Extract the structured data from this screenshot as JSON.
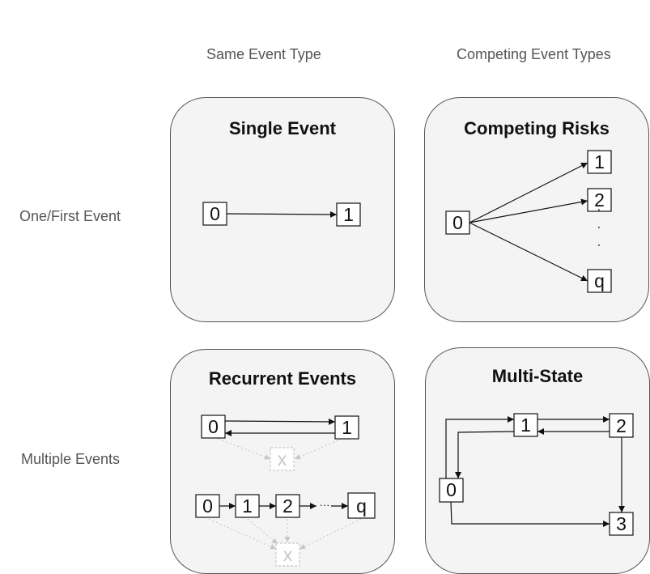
{
  "headers": {
    "same_event_type": "Same Event Type",
    "competing_event_types": "Competing Event Types",
    "one_first_event": "One/First Event",
    "multiple_events": "Multiple Events"
  },
  "panels": {
    "single_event": {
      "title": "Single Event",
      "nodes": {
        "start": "0",
        "end": "1"
      }
    },
    "competing_risks": {
      "title": "Competing Risks",
      "nodes": {
        "start": "0",
        "r1": "1",
        "r2": "2",
        "rq": "q"
      },
      "ellipsis": "· · ·"
    },
    "recurrent_events": {
      "title": "Recurrent Events",
      "top_nodes": {
        "start": "0",
        "end": "1",
        "absorbing": "x"
      },
      "bottom_nodes": {
        "n0": "0",
        "n1": "1",
        "n2": "2",
        "nq": "q",
        "absorbing": "x"
      },
      "ellipsis": "···"
    },
    "multi_state": {
      "title": "Multi-State",
      "nodes": {
        "s0": "0",
        "s1": "1",
        "s2": "2",
        "s3": "3"
      }
    }
  },
  "colors": {
    "panel_fill": "#f4f4f4",
    "panel_border": "#555555",
    "edge": "#111111",
    "faded": "#c8c8c8"
  }
}
